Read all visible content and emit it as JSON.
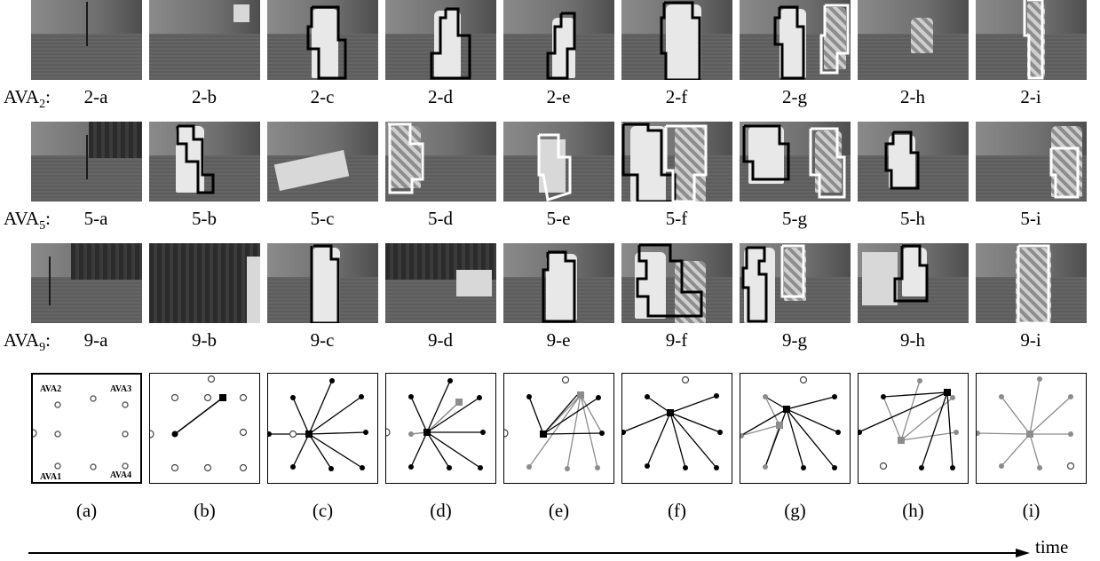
{
  "rows": [
    {
      "name_prefix": "AVA",
      "name_sub": "2",
      "sep": ":",
      "frames": [
        "2-a",
        "2-b",
        "2-c",
        "2-d",
        "2-e",
        "2-f",
        "2-g",
        "2-h",
        "2-i"
      ]
    },
    {
      "name_prefix": "AVA",
      "name_sub": "5",
      "sep": ":",
      "frames": [
        "5-a",
        "5-b",
        "5-c",
        "5-d",
        "5-e",
        "5-f",
        "5-g",
        "5-h",
        "5-i"
      ]
    },
    {
      "name_prefix": "AVA",
      "name_sub": "9",
      "sep": ":",
      "frames": [
        "9-a",
        "9-b",
        "9-c",
        "9-d",
        "9-e",
        "9-f",
        "9-g",
        "9-h",
        "9-i"
      ]
    }
  ],
  "panels": {
    "labels": [
      "(a)",
      "(b)",
      "(c)",
      "(d)",
      "(e)",
      "(f)",
      "(g)",
      "(h)",
      "(i)"
    ],
    "ava_labels": [
      "AVA2",
      "AVA3",
      "AVA1",
      "AVA4"
    ]
  },
  "timeline": {
    "label": "time"
  },
  "colors": {
    "target1": "#000000",
    "target2": "#8c8c8c",
    "background": "#ffffff"
  }
}
